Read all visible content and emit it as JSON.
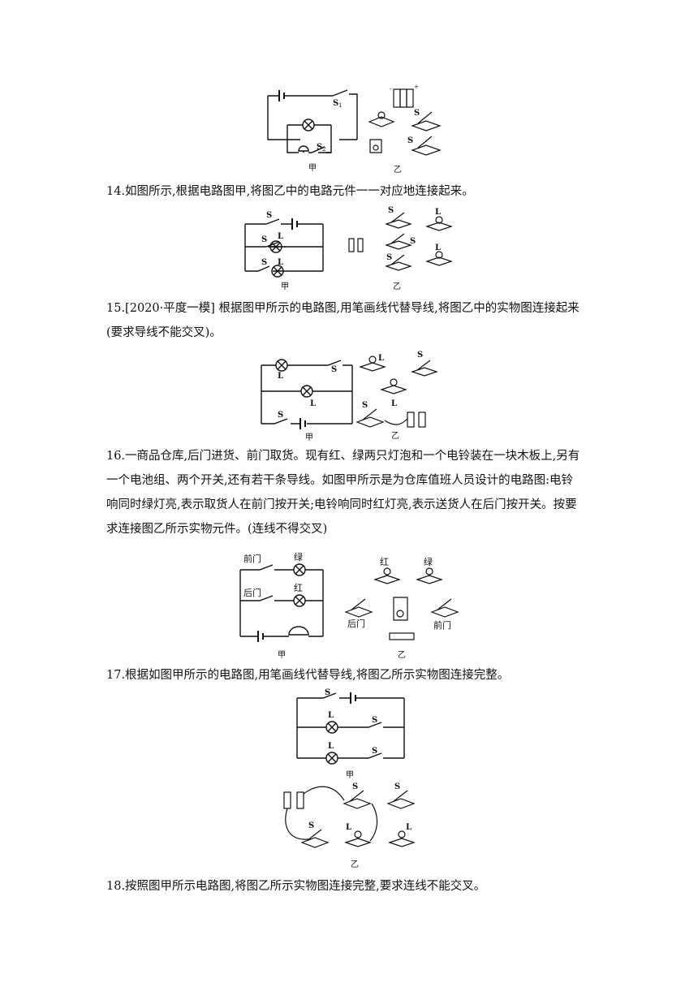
{
  "questions": {
    "q14": "14.如图所示,根据电路图甲,将图乙中的电路元件一一对应地连接起来。",
    "q15_line1": "15.[2020·平度一模]  根据图甲所示的电路图,用笔画线代替导线,将图乙中的实物图连接起来",
    "q15_line2": "(要求导线不能交叉)。",
    "q16_line1": "16.一商品仓库,后门进货、前门取货。现有红、绿两只灯泡和一个电铃装在一块木板上,另有",
    "q16_line2": "一个电池组、两个开关,还有若干条导线。如图甲所示是为仓库值班人员设计的电路图:电铃",
    "q16_line3": "响同时绿灯亮,表示取货人在前门按开关;电铃响同时红灯亮,表示送货人在后门按开关。按要",
    "q16_line4": "求连接图乙所示实物元件。(连线不得交叉)",
    "q17": "17.根据如图甲所示的电路图,用笔画线代替导线,将图乙所示实物图连接完整。",
    "q18": "18.按照图甲所示电路图,将图乙所示实物图连接完整,要求连线不能交叉。"
  },
  "captions": {
    "jia": "甲",
    "yi": "乙"
  },
  "labels": {
    "S": "S",
    "S1": "S",
    "S2": "S",
    "L1": "L",
    "L2": "L",
    "sub1": "1",
    "sub2": "2",
    "front_door": "前门",
    "back_door": "后门",
    "green": "绿",
    "red": "红",
    "minus": "-",
    "plus": "+"
  }
}
